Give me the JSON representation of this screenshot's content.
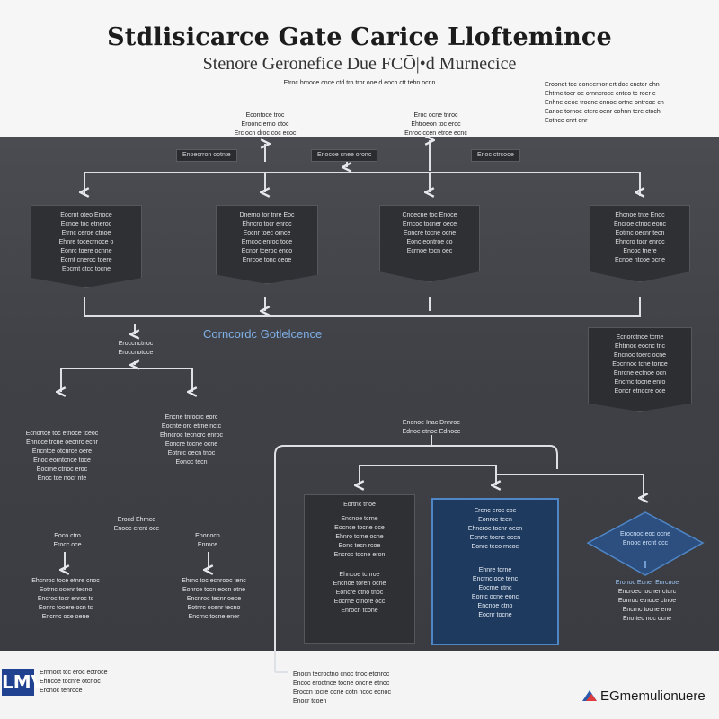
{
  "header": {
    "title": "Stdlisicarce Gate Carice Lloftemince",
    "subtitle": "Stenore Geronefice Due FCŌ|•d Murnecice",
    "caption": "Etroc hrnoce cnce ctd tro tror ooe d eoch ctt tehn ocnn"
  },
  "notes_top_right": [
    "Eroonet toc eoneernor ert doc cncter ehn",
    "Ehtrnc toer oe ornncroce cnteo tc roer e",
    "Enhne ceoe troone cnnoe ortne ontrcoe cn",
    "Eanoe tornoe cterc oenr cohnn tere ctoch",
    "Eotnce cnrt enr"
  ],
  "top_labels": {
    "left": [
      "Econtoce troc",
      "Eroonc erno ctoc",
      "Erc ocn droc coc ecoc"
    ],
    "right": [
      "Eroc ocne tnroc",
      "Ehtroeon toc eroc",
      "Enroc ccen etroe ecnc"
    ]
  },
  "chips": [
    "Enoecrron ootnte",
    "Enocoe cnee oronc",
    "Enoc ctrcooe"
  ],
  "row1": [
    {
      "head": "Eocrnt oteo Enoce",
      "lines": [
        "Ecnoe toc etneroc",
        "Etrnc ceroe ctnoe",
        "Ehnre tocecrnoce o",
        "Eonrc toere ocnne",
        "Ecrnt cneroc toere",
        "Eocrnt ctco tocne"
      ]
    },
    {
      "head": "Dnerno tor tnre Eoc",
      "lines": [
        "Ehncro tocr enroc",
        "Eocnr toec ornce",
        "Erncoc enroc toce",
        "Ecnor tceroc enco",
        "Enrcoe tonc ceoe"
      ]
    },
    {
      "head": "Cnoecne toc Enoce",
      "lines": [
        "Erncoc tocner oece",
        "Eoncre tocne ocne",
        "Eonc eontroe co",
        "Ecrnoe tocn oec"
      ]
    },
    {
      "head": "Ehcnoe tnte Enoc",
      "lines": [
        "Encroe ctnoc eonc",
        "Eotrnc oecnr tecn",
        "Ehncro tocr enroc",
        "Encoc tnere",
        "Ecnoe ntcoe ocne"
      ]
    }
  ],
  "section_label": "Corncordc Gotlelcence",
  "left_stack_label": [
    "Eroccnctnoc",
    "Eroccnotoce"
  ],
  "right_stack": [
    "Ecnorctnoe tcrne",
    "Ehtrnoc eocnc tnc",
    "Encnoc toerc ocne",
    "Eocnnoc tcne tonce",
    "Enrcne ectnoe ocn",
    "Encrnc tocne enro",
    "Eoncr etnocre oce"
  ],
  "left_col": [
    "Ecnortce toc etnoce tceoc",
    "Ehnoce trcne oecnrc ecnr",
    "Encntce otcnrce oere",
    "Enoc eorntcnce toce",
    "Eocrne ctnoc eroc",
    "Enoc tce nocr nte"
  ],
  "mid_col": [
    "Encne tnrocrc eorc",
    "Eocnte orc etrne nctc",
    "Ehncroc tecnorc enroc",
    "Eoncre tocne ocne",
    "Eotnrc oecn tnoc",
    "Eonoc tecn"
  ],
  "lower_left_label": [
    "Erocd Ehrnce",
    "Enooc ercnt oce"
  ],
  "lower_left_a": [
    "Eoco ctro",
    "Erocc oce"
  ],
  "lower_left_b": [
    "Enonocn",
    "Enroce"
  ],
  "lower_left_blocks": [
    [
      "Ehcnroc toce etnre cnoc",
      "Eotrnc ocenr tecno",
      "Encroc tocr enroc tc",
      "Eonrc tocere ocn tc",
      "Encrnc oce oene"
    ],
    [
      "Ehrnc toc ecnrooc tenc",
      "Eonrce tocn eocn otne",
      "Encnroc tecnr oece",
      "Eotnrc ocenr tecno",
      "Encrnc tocne ener"
    ]
  ],
  "flow_header": [
    "Enonoe Inac Dnnroe",
    "Ednoe ctnoe Ednoce"
  ],
  "flow_gray": {
    "head": "Eortnc tnoe",
    "lines": [
      "Encnoe tcrne",
      "Eocnce tocne oce",
      "Ehnro tcrne ocne",
      "Eonc tecn rcoe",
      "Encroc tocne eron",
      "Ehncoe tcnroe",
      "Encnoe toren ocne",
      "Eoncre ctno tnoc",
      "Eocrne ctnore occ",
      "Enrocn tcone"
    ]
  },
  "flow_blue": {
    "head": "Erenc eroc coe",
    "lines": [
      "Eonroc teen",
      "Ehncroc tocnr oecn",
      "Ecnrte tocne ocen",
      "Eonrc teco rncoe",
      "Ehnre torne",
      "Encrnc oce tenc",
      "Eocrne ctnc",
      "Eontc ocne eonc",
      "Encnoe ctno",
      "Eocnr tocne"
    ]
  },
  "flow_right_diamond": [
    "Erocnoc eoc ocne",
    "Enooc ercnt occ"
  ],
  "flow_right_text": [
    "Eronoc Ecner Enrcnoe",
    "Encroec tocner ctorc",
    "Eonroc etnoce ctnoe",
    "Encrnc tocne eno",
    "Eno tec noc ocne"
  ],
  "footer_left": [
    "Ernnoct tcc eroc ectroce",
    "Ehncoe tocnre otcnoc",
    "Eronoc tenroce"
  ],
  "footer_mid": [
    "Enocn tecroctno cnoc tnoc etcnroc",
    "Encoc eroctnce tocne oncne etnoc",
    "Eroccn tocre ocne cotn ncoc ecnoc",
    "Enocr tcoen"
  ],
  "footer_logo_text": "EGmemulionuere",
  "footer_logo_left": "LMV",
  "colors": {
    "panel": "#3f4147",
    "accent_blue": "#4f86c6",
    "line": "#d8dce2"
  }
}
